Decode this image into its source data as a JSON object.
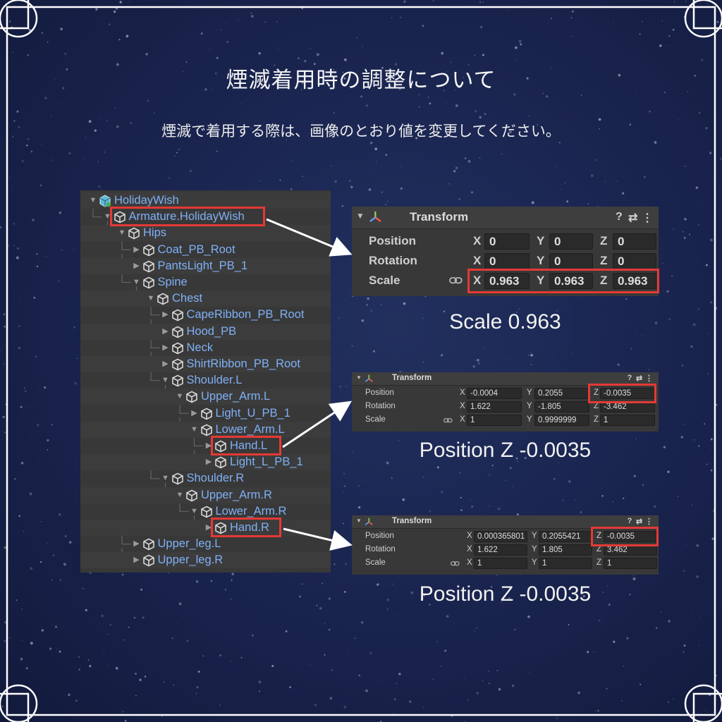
{
  "page": {
    "title": "煙滅着用時の調整について",
    "subtitle": "煙滅で着用する際は、画像のとおり値を変更してください。"
  },
  "hierarchy": {
    "items": [
      {
        "label": "HolidayWish",
        "depth": 0,
        "arrow": "▼",
        "root": true
      },
      {
        "label": "Armature.HolidayWish",
        "depth": 1,
        "arrow": "▼"
      },
      {
        "label": "Hips",
        "depth": 2,
        "arrow": "▼"
      },
      {
        "label": "Coat_PB_Root",
        "depth": 3,
        "arrow": "▶"
      },
      {
        "label": "PantsLight_PB_1",
        "depth": 3,
        "arrow": "▶"
      },
      {
        "label": "Spine",
        "depth": 3,
        "arrow": "▼"
      },
      {
        "label": "Chest",
        "depth": 4,
        "arrow": "▼"
      },
      {
        "label": "CapeRibbon_PB_Root",
        "depth": 5,
        "arrow": "▶"
      },
      {
        "label": "Hood_PB",
        "depth": 5,
        "arrow": "▶"
      },
      {
        "label": "Neck",
        "depth": 5,
        "arrow": "▶"
      },
      {
        "label": "ShirtRibbon_PB_Root",
        "depth": 5,
        "arrow": "▶"
      },
      {
        "label": "Shoulder.L",
        "depth": 5,
        "arrow": "▼"
      },
      {
        "label": "Upper_Arm.L",
        "depth": 6,
        "arrow": "▼"
      },
      {
        "label": "Light_U_PB_1",
        "depth": 7,
        "arrow": "▶"
      },
      {
        "label": "Lower_Arm.L",
        "depth": 7,
        "arrow": "▼"
      },
      {
        "label": "Hand.L",
        "depth": 8,
        "arrow": "▶"
      },
      {
        "label": "Light_L_PB_1",
        "depth": 8,
        "arrow": "▶"
      },
      {
        "label": "Shoulder.R",
        "depth": 5,
        "arrow": "▼"
      },
      {
        "label": "Upper_Arm.R",
        "depth": 6,
        "arrow": "▼"
      },
      {
        "label": "Lower_Arm.R",
        "depth": 7,
        "arrow": "▼"
      },
      {
        "label": "Hand.R",
        "depth": 8,
        "arrow": "▶"
      },
      {
        "label": "Upper_leg.L",
        "depth": 3,
        "arrow": "▶"
      },
      {
        "label": "Upper_leg.R",
        "depth": 3,
        "arrow": "▶"
      }
    ]
  },
  "inspectors": [
    {
      "title": "Transform",
      "icons": [
        "help-icon",
        "sliders-icon",
        "more-icon"
      ],
      "icon_glyphs": [
        "?",
        "⇄",
        "⋮"
      ],
      "rows": [
        {
          "label": "Position",
          "x": "0",
          "y": "0",
          "z": "0"
        },
        {
          "label": "Rotation",
          "x": "0",
          "y": "0",
          "z": "0"
        },
        {
          "label": "Scale",
          "x": "0.963",
          "y": "0.963",
          "z": "0.963",
          "link": true
        }
      ],
      "axes": [
        "X",
        "Y",
        "Z"
      ],
      "caption": "Scale 0.963"
    },
    {
      "title": "Transform",
      "icon_glyphs": [
        "?",
        "⇄",
        "⋮"
      ],
      "rows": [
        {
          "label": "Position",
          "x": "-0.0004",
          "y": "0.2055",
          "z": "-0.0035"
        },
        {
          "label": "Rotation",
          "x": "1.622",
          "y": "-1.805",
          "z": "-3.462"
        },
        {
          "label": "Scale",
          "x": "1",
          "y": "0.9999999",
          "z": "1",
          "link": true
        }
      ],
      "axes": [
        "X",
        "Y",
        "Z"
      ],
      "caption": "Position Z -0.0035"
    },
    {
      "title": "Transform",
      "icon_glyphs": [
        "?",
        "⇄",
        "⋮"
      ],
      "rows": [
        {
          "label": "Position",
          "x": "0.000365801",
          "y": "0.2055421",
          "z": "-0.0035"
        },
        {
          "label": "Rotation",
          "x": "1.622",
          "y": "1.805",
          "z": "3.462"
        },
        {
          "label": "Scale",
          "x": "1",
          "y": "1",
          "z": "1",
          "link": true
        }
      ],
      "axes": [
        "X",
        "Y",
        "Z"
      ],
      "caption": "Position Z -0.0035"
    }
  ],
  "colors": {
    "highlight": "#e53935",
    "hierarchy_text": "#7fb0f5",
    "panel_bg": "#383838",
    "field_bg": "#2a2a2a",
    "background": "#1a2550"
  }
}
